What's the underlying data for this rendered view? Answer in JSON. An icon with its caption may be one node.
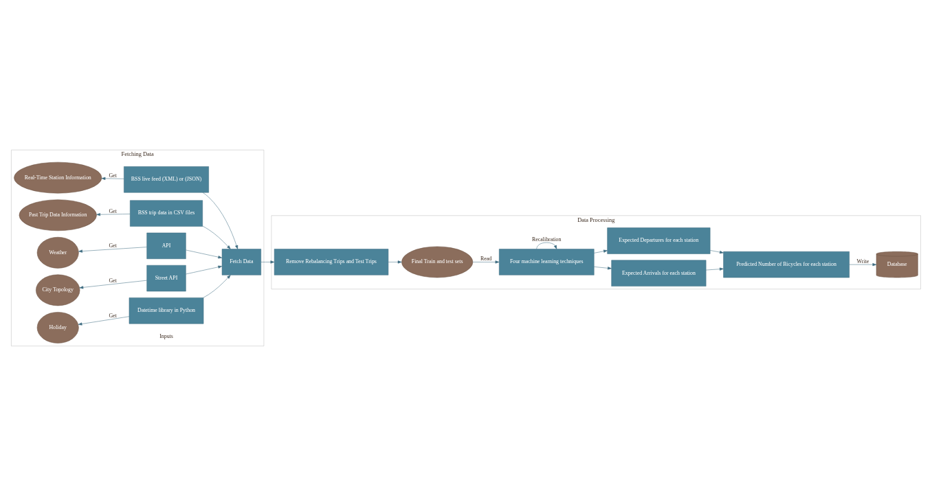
{
  "diagram": {
    "nodes": [
      {
        "text": [
          "Fetching Data"
        ]
      },
      {
        "text": [
          "Real-Time Station Information"
        ],
        "in": 0
      },
      {
        "text": [
          "BSS live feed (XML) or (JSON)"
        ],
        "in": 0
      },
      {
        "text": [
          "Past Trip Data Information"
        ],
        "in": 0
      },
      {
        "text": [
          "BSS trip data in CSV files"
        ],
        "in": 0
      },
      {
        "text": [
          "Weather"
        ],
        "in": 0
      },
      {
        "text": [
          "API"
        ],
        "in": 0
      },
      {
        "text": [
          "City Topology"
        ],
        "in": 0
      },
      {
        "text": [
          "Street API"
        ],
        "in": 0
      },
      {
        "text": [
          "Holiday"
        ],
        "in": 0
      },
      {
        "text": [
          "Datetime library in Python"
        ],
        "in": 0
      },
      {
        "text": [
          "Fetch Data"
        ],
        "in": 0
      },
      {
        "text": [
          "Data Processing"
        ]
      },
      {
        "text": [
          "Remove Rebalancing Trips and Test Trips"
        ],
        "in": 12
      },
      {
        "text": [
          "Final Train and test sets"
        ],
        "in": 12
      },
      {
        "text": [
          "Four machine learning techniques"
        ],
        "in": 12
      },
      {
        "text": [
          "Expected Arrivals for each station"
        ],
        "in": 12
      },
      {
        "text": [
          "Expected Departures for each station"
        ],
        "in": 12
      },
      {
        "text": [
          "Predicted Number of Bicycles for each station"
        ],
        "in": 12
      },
      {
        "text": [
          "Database"
        ],
        "in": 12
      }
    ],
    "edges": [
      {
        "from": 2,
        "to": 1,
        "arrow": "to",
        "label": "Get"
      },
      {
        "from": 4,
        "to": 3,
        "arrow": "to",
        "label": "Get"
      },
      {
        "from": 6,
        "to": 5,
        "arrow": "to",
        "label": "Get"
      },
      {
        "from": 8,
        "to": 7,
        "arrow": "to",
        "label": "Get"
      },
      {
        "from": 10,
        "to": 9,
        "arrow": "to",
        "label": "Get"
      },
      {
        "from": 2,
        "to": 11,
        "arrow": "to"
      },
      {
        "from": 4,
        "to": 11,
        "arrow": "to"
      },
      {
        "from": 6,
        "to": 11,
        "arrow": "to"
      },
      {
        "from": 8,
        "to": 11,
        "arrow": "to"
      },
      {
        "from": 10,
        "to": 11,
        "arrow": "to"
      },
      {
        "from": 11,
        "to": 13,
        "arrow": "to"
      },
      {
        "from": 13,
        "to": 14,
        "arrow": "to"
      },
      {
        "from": 14,
        "to": 15,
        "arrow": "to",
        "label": "Read"
      },
      {
        "from": 15,
        "to": 15,
        "arrow": "to",
        "label": "Recalibration"
      },
      {
        "from": 15,
        "to": 16,
        "arrow": "to"
      },
      {
        "from": 15,
        "to": 17,
        "arrow": "to"
      },
      {
        "from": 16,
        "to": 18,
        "arrow": "to"
      },
      {
        "from": 17,
        "to": 18,
        "arrow": "to"
      },
      {
        "from": 18,
        "to": 19,
        "arrow": "to",
        "label": "Write"
      }
    ],
    "labels": [
      "Inputs"
    ]
  }
}
